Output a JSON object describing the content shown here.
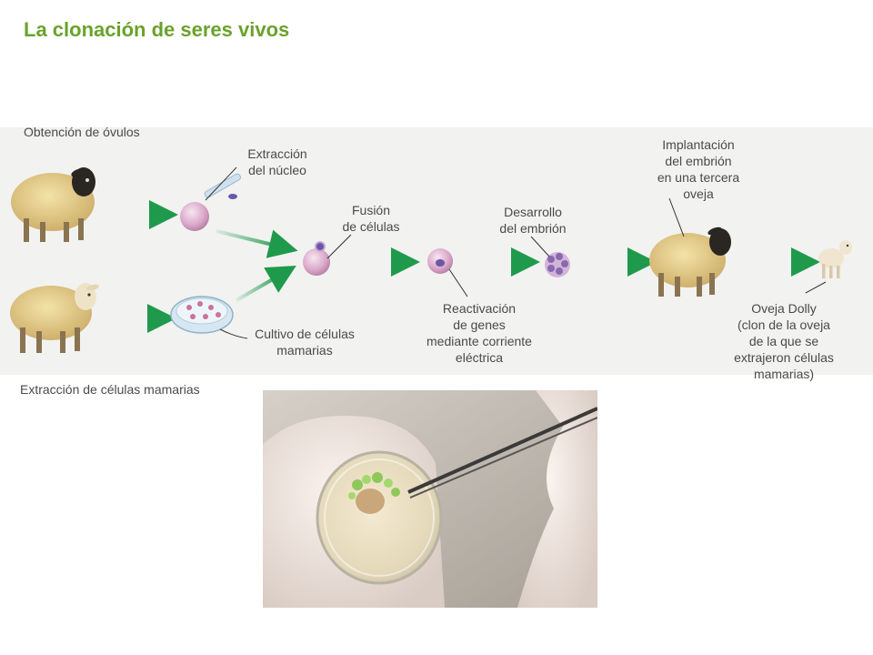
{
  "title": "La clonación de seres vivos",
  "labels": {
    "obtencion": "Obtención de óvulos",
    "extraccion_mamarias": "Extracción de células mamarias",
    "extraccion_nucleo": "Extracción\ndel núcleo",
    "cultivo": "Cultivo de células\nmamarias",
    "fusion": "Fusión\nde células",
    "reactivacion": "Reactivación\nde genes\nmediante corriente\neléctrica",
    "desarrollo": "Desarrollo\ndel embrión",
    "implantacion": "Implantación\ndel embrión\nen una tercera\noveja",
    "dolly": "Oveja Dolly\n(clon de la oveja\nde la que se\nextrajeron células\nmamarias)"
  },
  "colors": {
    "title": "#6aa22b",
    "arrow": "#1f9a4c",
    "band": "#f2f2f1",
    "cell": "#d9a6c8",
    "nucleus": "#6b57a8"
  },
  "icons": [
    "sheep-icon",
    "egg-cell-icon",
    "petri-dish-icon",
    "embryo-icon",
    "lamb-icon",
    "arrow-icon"
  ]
}
